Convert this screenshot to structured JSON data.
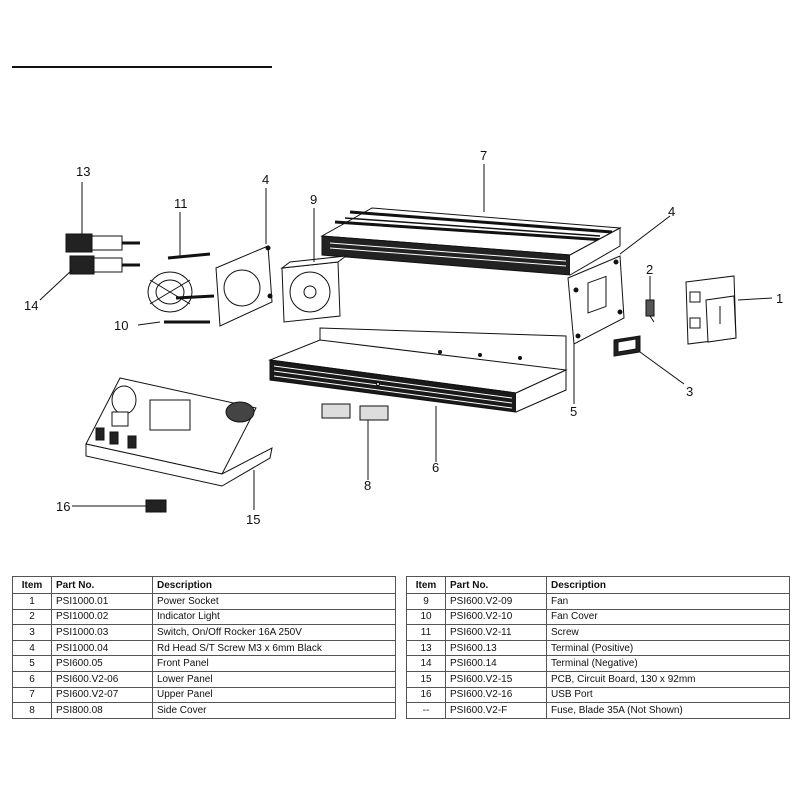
{
  "callouts": {
    "c1": "1",
    "c2": "2",
    "c3": "3",
    "c4a": "4",
    "c4b": "4",
    "c5": "5",
    "c6": "6",
    "c7": "7",
    "c8": "8",
    "c9": "9",
    "c10": "10",
    "c11": "11",
    "c13": "13",
    "c14": "14",
    "c15": "15",
    "c16": "16"
  },
  "table": {
    "headers": {
      "item": "Item",
      "part": "Part No.",
      "desc": "Description"
    },
    "left": [
      {
        "item": "1",
        "part": "PSI1000.01",
        "desc": "Power Socket"
      },
      {
        "item": "2",
        "part": "PSI1000.02",
        "desc": "Indicator Light"
      },
      {
        "item": "3",
        "part": "PSI1000.03",
        "desc": "Switch, On/Off Rocker 16A 250V"
      },
      {
        "item": "4",
        "part": "PSI1000.04",
        "desc": "Rd Head S/T Screw M3 x 6mm Black"
      },
      {
        "item": "5",
        "part": "PSI600.05",
        "desc": "Front Panel"
      },
      {
        "item": "6",
        "part": "PSI600.V2-06",
        "desc": "Lower Panel"
      },
      {
        "item": "7",
        "part": "PSI600.V2-07",
        "desc": "Upper Panel"
      },
      {
        "item": "8",
        "part": "PSI800.08",
        "desc": "Side Cover"
      }
    ],
    "right": [
      {
        "item": "9",
        "part": "PSI600.V2-09",
        "desc": "Fan"
      },
      {
        "item": "10",
        "part": "PSI600.V2-10",
        "desc": "Fan Cover"
      },
      {
        "item": "11",
        "part": "PSI600.V2-11",
        "desc": "Screw"
      },
      {
        "item": "13",
        "part": "PSI600.13",
        "desc": "Terminal (Positive)"
      },
      {
        "item": "14",
        "part": "PSI600.14",
        "desc": "Terminal (Negative)"
      },
      {
        "item": "15",
        "part": "PSI600.V2-15",
        "desc": "PCB, Circuit Board, 130 x 92mm"
      },
      {
        "item": "16",
        "part": "PSI600.V2-16",
        "desc": "USB Port"
      },
      {
        "item": "--",
        "part": "PSI600.V2-F",
        "desc": "Fuse, Blade 35A (Not Shown)"
      }
    ]
  }
}
